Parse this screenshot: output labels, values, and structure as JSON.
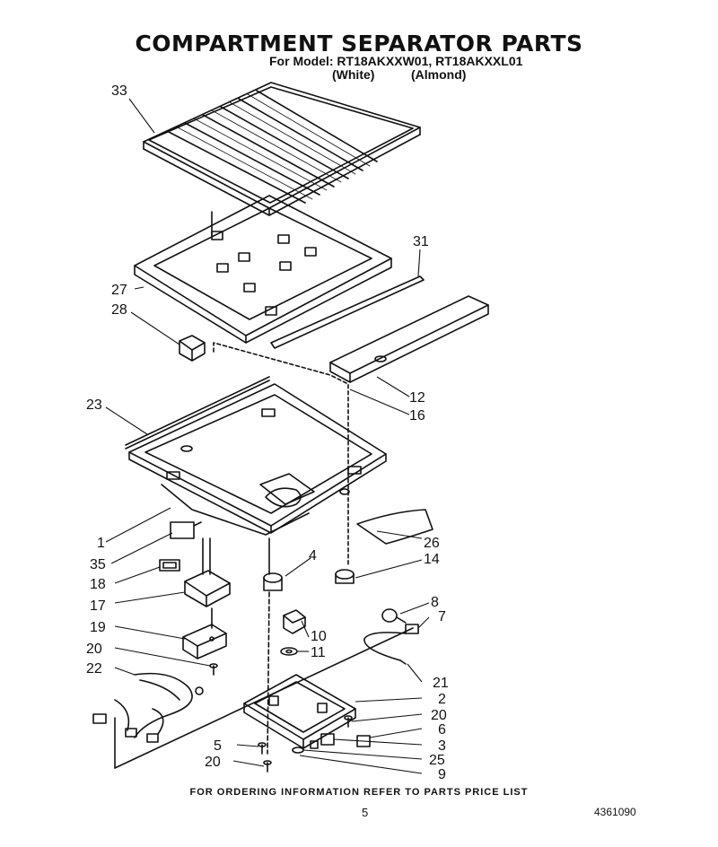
{
  "header": {
    "title": "COMPARTMENT SEPARATOR PARTS",
    "model_line": "For Model: RT18AKXXW01, RT18AKXXL01",
    "variant_white": "(White)",
    "variant_almond": "(Almond)"
  },
  "callouts": [
    "33",
    "31",
    "27",
    "28",
    "12",
    "16",
    "23",
    "1",
    "26",
    "35",
    "4",
    "14",
    "18",
    "17",
    "8",
    "7",
    "19",
    "10",
    "11",
    "20",
    "22",
    "21",
    "2",
    "20",
    "6",
    "5",
    "3",
    "20",
    "25",
    "9"
  ],
  "footer": {
    "ordering_note": "FOR ORDERING INFORMATION REFER TO PARTS PRICE LIST",
    "page_number": "5",
    "document_number": "4361090"
  }
}
